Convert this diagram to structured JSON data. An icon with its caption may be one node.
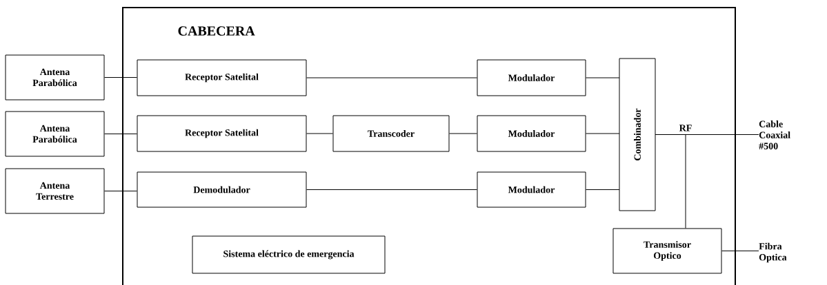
{
  "diagram": {
    "nodes": [
      {
        "text": [
          "CABECERA"
        ]
      },
      {
        "text": [
          "Antena Parabólica"
        ]
      },
      {
        "text": [
          "Antena Parabólica"
        ]
      },
      {
        "text": [
          "Antena Terrestre"
        ]
      },
      {
        "text": [
          "Receptor Satelital"
        ],
        "in": 0
      },
      {
        "text": [
          "Receptor Satelital"
        ],
        "in": 0
      },
      {
        "text": [
          "Transcoder"
        ],
        "in": 0
      },
      {
        "text": [
          "Demodulador"
        ],
        "in": 0
      },
      {
        "text": [
          "Modulador"
        ],
        "in": 0
      },
      {
        "text": [
          "Modulador"
        ],
        "in": 0
      },
      {
        "text": [
          "Modulador"
        ],
        "in": 0
      },
      {
        "text": [
          "Combinador"
        ],
        "in": 0
      },
      {
        "text": [
          "Sistema eléctrico de emergencia"
        ],
        "in": 0
      },
      {
        "text": [
          "Transmisor Optico"
        ],
        "in": 0
      },
      {
        "text": [
          "Cable Coaxial #500"
        ]
      },
      {
        "text": [
          "Fibra Optica"
        ]
      }
    ],
    "edges": [
      {
        "from": 1,
        "to": 4,
        "arrow": "none"
      },
      {
        "from": 2,
        "to": 5,
        "arrow": "none"
      },
      {
        "from": 3,
        "to": 7,
        "arrow": "none"
      },
      {
        "from": 4,
        "to": 8,
        "arrow": "none"
      },
      {
        "from": 5,
        "to": 6,
        "arrow": "none"
      },
      {
        "from": 6,
        "to": 9,
        "arrow": "none"
      },
      {
        "from": 7,
        "to": 10,
        "arrow": "none"
      },
      {
        "from": 8,
        "to": 11,
        "arrow": "none"
      },
      {
        "from": 9,
        "to": 11,
        "arrow": "none"
      },
      {
        "from": 10,
        "to": 11,
        "arrow": "none"
      },
      {
        "from": 11,
        "to": 14,
        "arrow": "none"
      },
      {
        "from": 11,
        "to": 13,
        "arrow": "none"
      },
      {
        "from": 13,
        "to": 15,
        "arrow": "none"
      }
    ],
    "labels": [
      "RF"
    ]
  }
}
